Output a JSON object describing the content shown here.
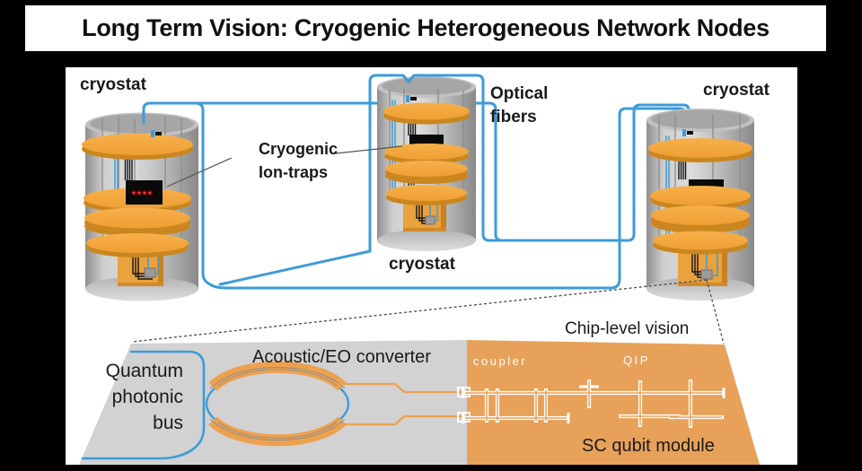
{
  "title": "Long Term Vision: Cryogenic Heterogeneous Network Nodes",
  "cryostats": {
    "left_label": "cryostat",
    "middle_label": "cryostat",
    "right_label": "cryostat"
  },
  "annotations": {
    "ion_traps": {
      "line1": "Cryogenic",
      "line2": "Ion-traps"
    },
    "optical_fibers": {
      "line1": "Optical",
      "line2": "fibers"
    },
    "chip_level_vision": "Chip-level vision"
  },
  "chip": {
    "photonic_bus": {
      "line1": "Quantum",
      "line2": "photonic",
      "line3": "bus"
    },
    "converter_label": "Acoustic/EO converter",
    "coupler_label": "coupler",
    "qip_label": "QIP",
    "sc_qubit_module_label": "SC qubit module"
  },
  "colors": {
    "background": "#000000",
    "panel_white": "#FFFFFF",
    "text_black": "#1A1A1A",
    "fiber_blue": "#3E9BD8",
    "disc_side": "#CA861F",
    "box_orange": "#E9A23E",
    "box_side": "#C8821F",
    "screen_black": "#0A0A0A",
    "dot_red": "#FF3B30",
    "chip_gray": "#D2D2D2",
    "chip_orange": "#E8A159",
    "arc_orange": "#EDA14E",
    "trace_white": "#FFFFFF",
    "dashed_gray": "#4A4A4A"
  }
}
